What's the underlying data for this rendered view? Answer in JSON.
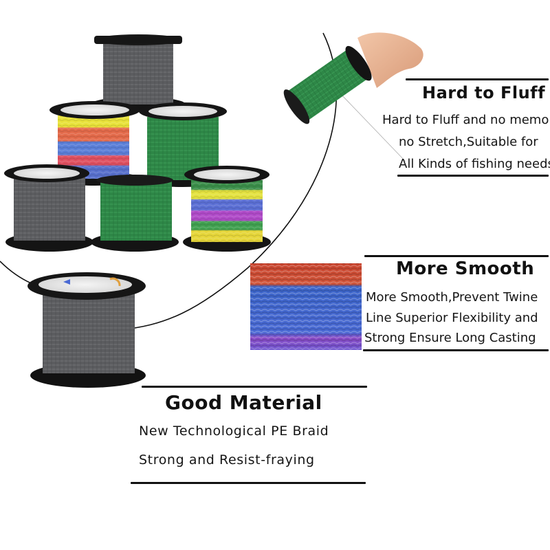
{
  "colors": {
    "accent_line": "#111111",
    "gray_braid": "#5f6062",
    "green_braid": "#2f8a4a",
    "spool": "#141414"
  },
  "features": {
    "fluff": {
      "title": "Hard to Fluff",
      "lines": [
        "Hard to Fluff and no memory",
        "no Stretch,Suitable for",
        "All Kinds of fishing needs"
      ]
    },
    "smooth": {
      "title": "More Smooth",
      "lines": [
        "More Smooth,Prevent Twine",
        "Line Superior Flexibility and",
        "Strong Ensure Long Casting"
      ]
    },
    "material": {
      "title": "Good Material",
      "lines": [
        "New Technological PE Braid",
        "Strong and Resist-fraying"
      ]
    }
  }
}
